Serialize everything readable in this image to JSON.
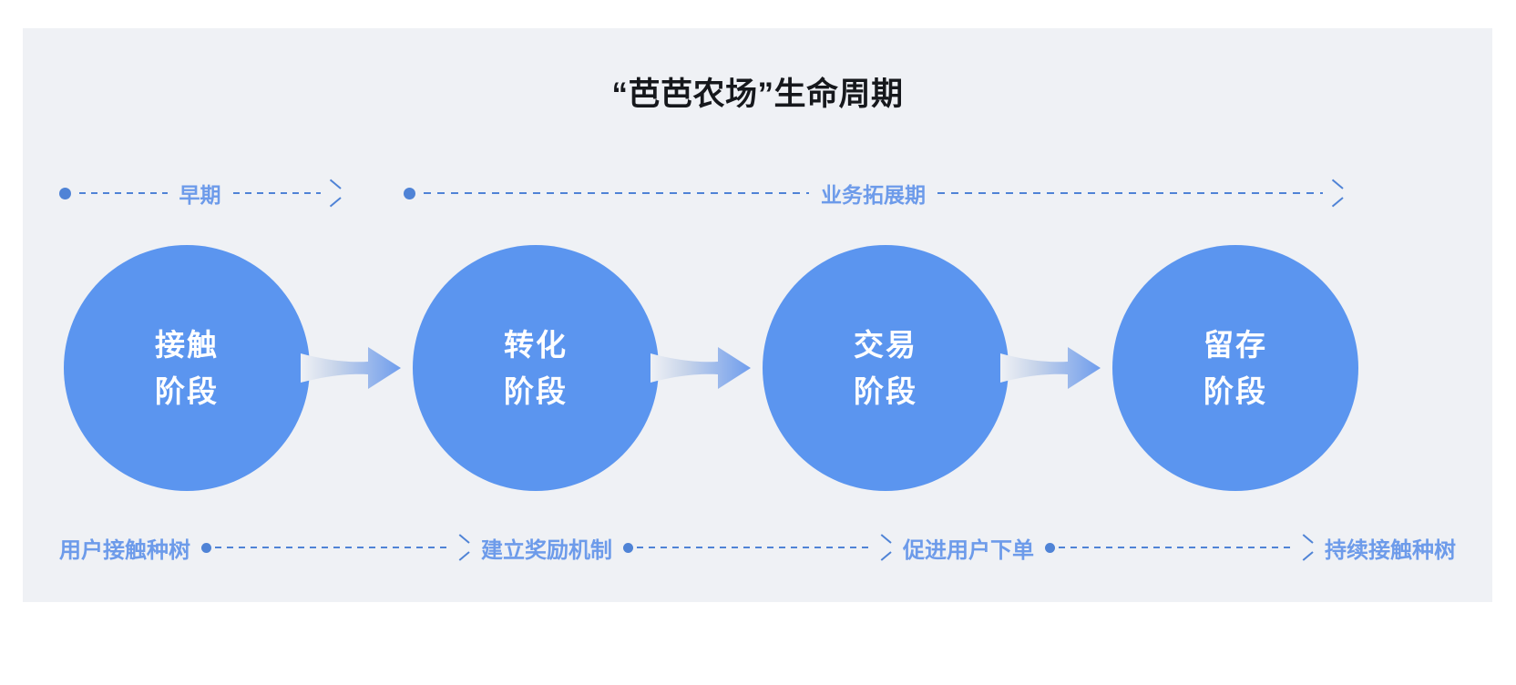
{
  "page": {
    "background_color": "#ffffff",
    "panel_color": "#eff1f5",
    "accent_blue": "#5b95ef",
    "label_blue": "#6d9bea",
    "line_blue": "#4f83d6",
    "title_color": "#16181c"
  },
  "title": "“芭芭农场”生命周期",
  "phases": [
    {
      "label": "早期",
      "dot": true,
      "arrow": true
    },
    {
      "label": "业务拓展期",
      "dot": true,
      "arrow": true
    }
  ],
  "stages": [
    {
      "line1": "接触",
      "line2": "阶段"
    },
    {
      "line1": "转化",
      "line2": "阶段"
    },
    {
      "line1": "交易",
      "line2": "阶段"
    },
    {
      "line1": "留存",
      "line2": "阶段"
    }
  ],
  "stage_arrows": [
    {
      "name": "arrow-contact-to-conversion"
    },
    {
      "name": "arrow-conversion-to-transaction"
    },
    {
      "name": "arrow-transaction-to-retention"
    }
  ],
  "actions": [
    "用户接触种树",
    "建立奖励机制",
    "促进用户下单",
    "持续接触种树"
  ]
}
